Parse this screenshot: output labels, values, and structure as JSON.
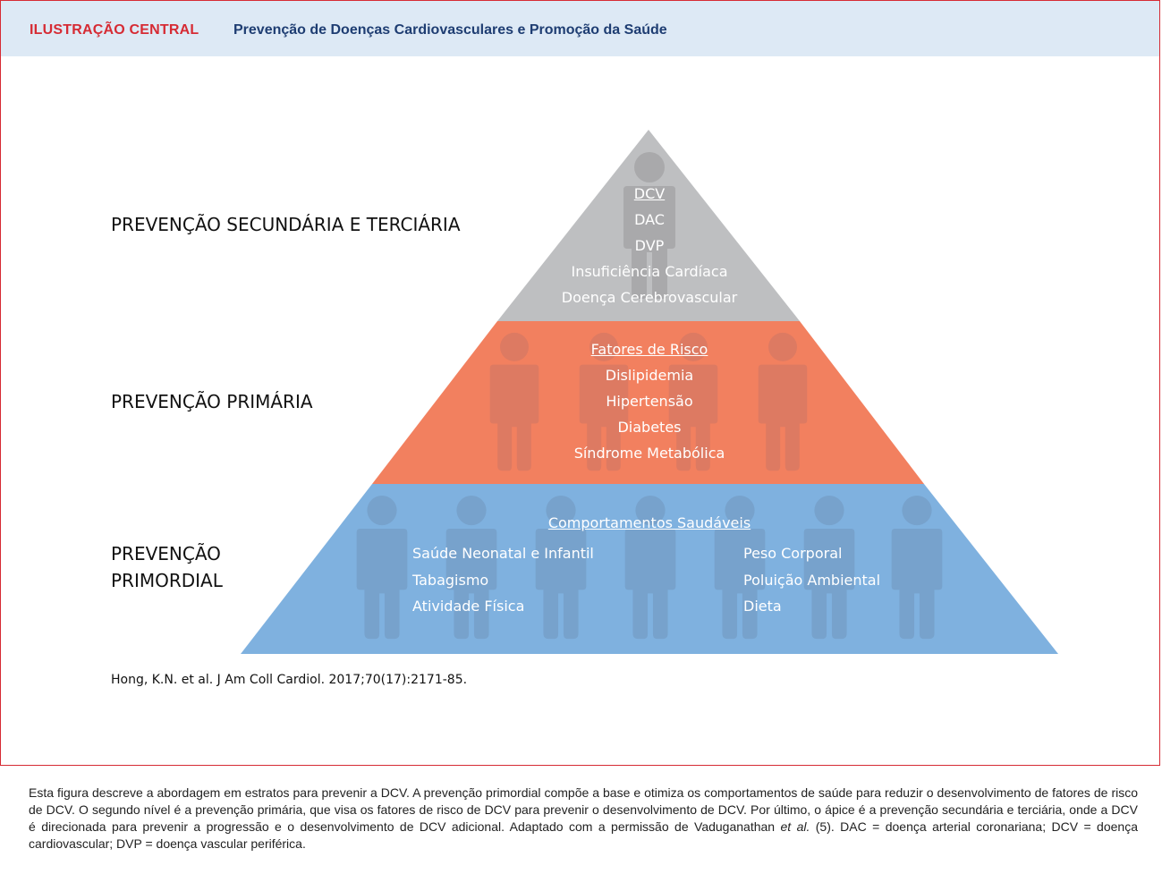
{
  "header": {
    "label": "ILUSTRAÇÃO CENTRAL",
    "title": "Prevenção de Doenças Cardiovasculares e Promoção da Saúde"
  },
  "colors": {
    "accent_red": "#d62b34",
    "header_bg": "#dde9f5",
    "title_blue": "#1e3d72",
    "tier_top": "#bebfc1",
    "tier_middle": "#f2805f",
    "tier_bottom": "#7fb1df"
  },
  "levels": {
    "top": {
      "label": "PREVENÇÃO SECUNDÁRIA E TERCIÁRIA",
      "heading": "DCV",
      "items": [
        "DAC",
        "DVP",
        "Insuficiência Cardíaca",
        "Doença Cerebrovascular"
      ]
    },
    "middle": {
      "label": "PREVENÇÃO PRIMÁRIA",
      "heading": "Fatores de Risco",
      "items": [
        "Dislipidemia",
        "Hipertensão",
        "Diabetes",
        "Síndrome Metabólica"
      ]
    },
    "bottom": {
      "label_line1": "PREVENÇÃO",
      "label_line2": "PRIMORDIAL",
      "heading": "Comportamentos Saudáveis",
      "left_items": [
        "Saúde Neonatal e Infantil",
        "Tabagismo",
        "Atividade Física"
      ],
      "right_items": [
        "Peso Corporal",
        "Poluição Ambiental",
        "Dieta"
      ]
    }
  },
  "icons": [
    "person-icon"
  ],
  "citation": "Hong, K.N. et al. J Am Coll Cardiol. 2017;70(17):2171-85.",
  "caption": {
    "part1": "Esta figura descreve a abordagem em estratos para prevenir a DCV. A prevenção primordial compõe a base e otimiza os comportamentos de saúde para reduzir o desenvolvimento de fatores de risco de DCV. O segundo nível é a prevenção primária, que visa os fatores de risco de DCV para prevenir o desenvolvimento de DCV. Por último, o ápice é a prevenção secundária e terciária, onde a DCV é direcionada para prevenir a progressão e o desenvolvimento de DCV adicional. Adaptado com a permissão de Vaduganathan ",
    "italic": "et al.",
    "part2": " (5). DAC = doença arterial coronariana; DCV = doença cardiovascular; DVP = doença vascular periférica."
  }
}
